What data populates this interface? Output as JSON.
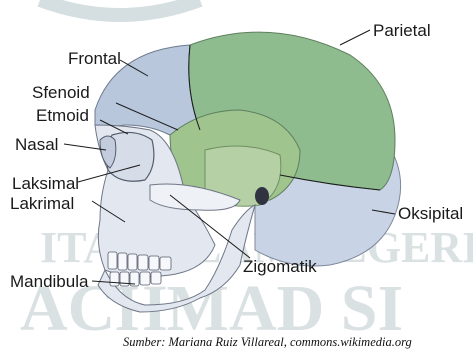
{
  "labels": {
    "parietal": "Parietal",
    "frontal": "Frontal",
    "sfenoid": "Sfenoid",
    "etmoid": "Etmoid",
    "nasal": "Nasal",
    "laksimal": "Laksimal",
    "lakrimal": "Lakrimal",
    "oksipital": "Oksipital",
    "zigomatik": "Zigomatik",
    "mandibula": "Mandibula"
  },
  "watermark": {
    "line1": "ITAS ISLAM NEGERI",
    "line2": "ACHMAD SI"
  },
  "source": "Sumber: Mariana Ruiz Villareal, commons.wikimedia.org",
  "colors": {
    "parietal": "#8fbc8f",
    "frontal": "#b8c7dc",
    "sfenoid": "#9fc48e",
    "occipital": "#c9d3e6",
    "face": "#e3e7ef",
    "watermark": "#bcc9cc"
  }
}
